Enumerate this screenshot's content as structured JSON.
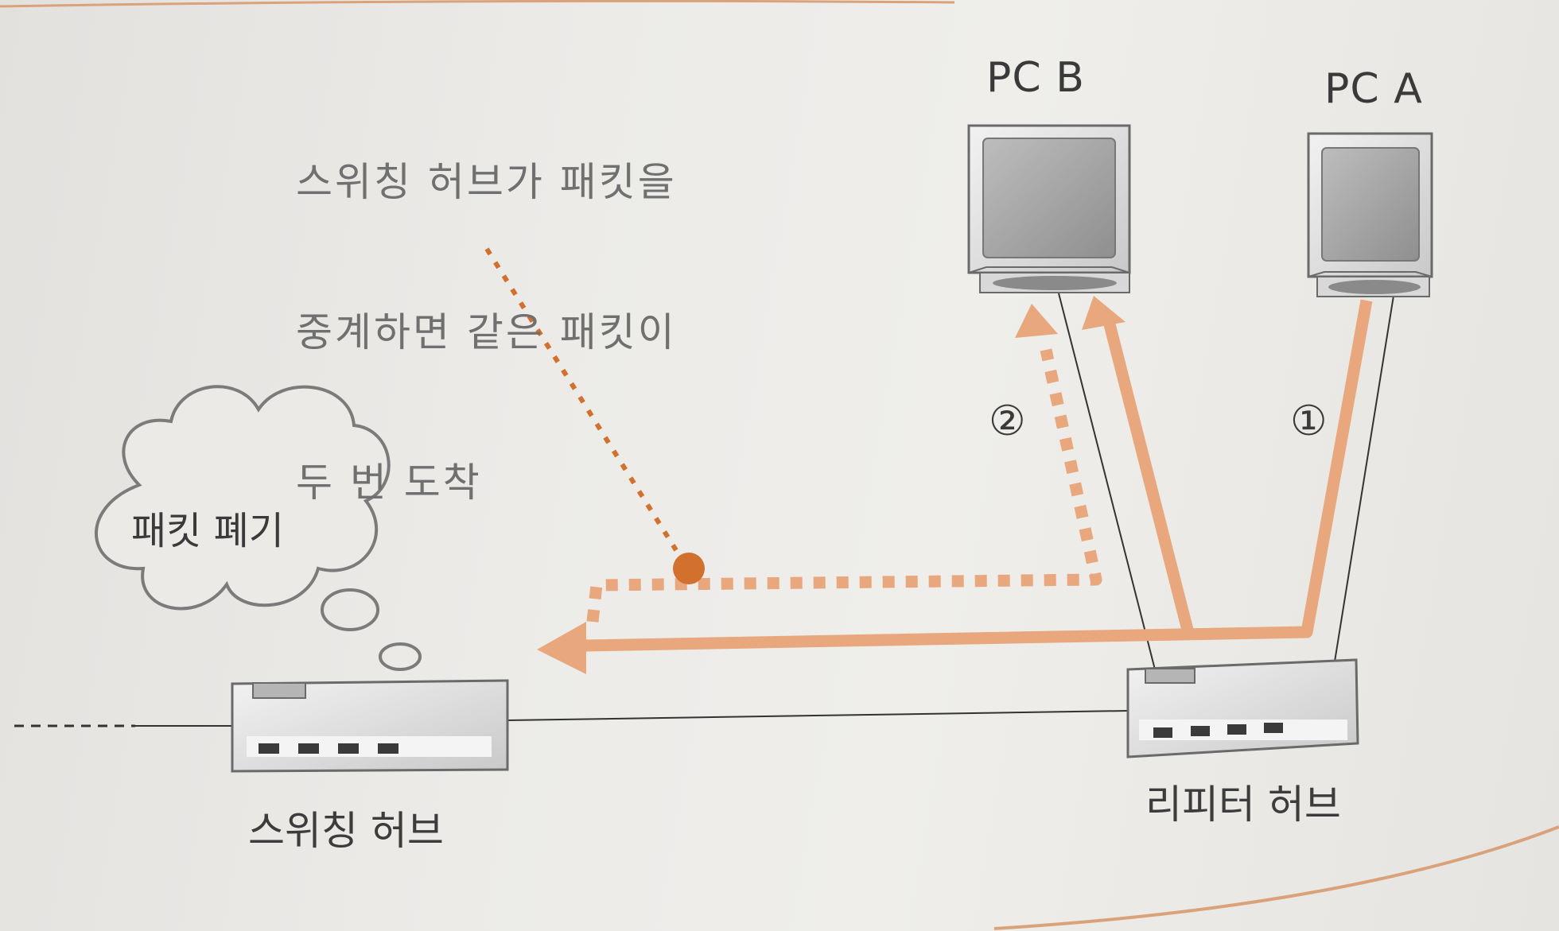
{
  "pc_b_label": "PC B",
  "pc_a_label": "PC A",
  "note_lines": [
    "스위칭 허브가 패킷을",
    "중계하면 같은 패킷이",
    "두 번 도착"
  ],
  "cloud_text": "패킷 폐기",
  "switch_hub_label": "스위칭 허브",
  "repeater_hub_label": "리피터 허브",
  "step1_label": "①",
  "step2_label": "②",
  "colors": {
    "packet_path": "#e8a77c",
    "packet_dot": "#d2702e",
    "note_text": "#707070",
    "device_outline": "#6a6a6a",
    "cable": "#333333"
  }
}
